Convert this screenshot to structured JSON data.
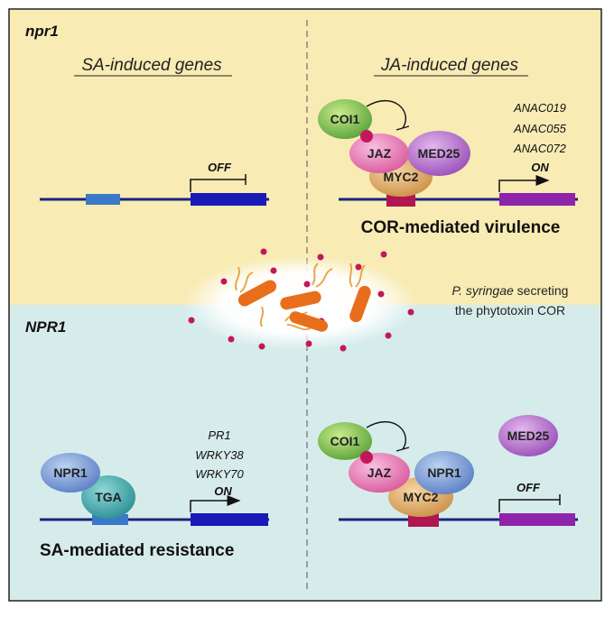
{
  "colors": {
    "top_panel_bg": "#f8ebb4",
    "bottom_panel_bg": "#d6eceb",
    "border": "#222222",
    "dna": "#1a237e",
    "sa_gene": "#1a1ab8",
    "ja_gene": "#8e24aa",
    "bacteria": "#e86e1c",
    "dots": "#c2185b"
  },
  "top_panel": {
    "genotype": "npr1",
    "sa_heading": "SA-induced genes",
    "ja_heading": "JA-induced genes",
    "sa_state": "OFF",
    "ja_state": "ON",
    "ja_genes": [
      "ANAC019",
      "ANAC055",
      "ANAC072"
    ],
    "ja_outcome": "COR-mediated virulence",
    "proteins": {
      "coi1": "COI1",
      "jaz": "JAZ",
      "med25": "MED25",
      "myc2": "MYC2"
    }
  },
  "middle": {
    "caption_italic": "P. syringae",
    "caption_rest": " secreting",
    "caption_line2": "the phytotoxin COR"
  },
  "bottom_panel": {
    "genotype": "NPR1",
    "sa_genes": [
      "PR1",
      "WRKY38",
      "WRKY70"
    ],
    "sa_state": "ON",
    "ja_state": "OFF",
    "sa_outcome": "SA-mediated resistance",
    "proteins": {
      "npr1": "NPR1",
      "tga": "TGA",
      "coi1": "COI1",
      "jaz": "JAZ",
      "npr1_ja": "NPR1",
      "myc2": "MYC2",
      "med25": "MED25"
    }
  }
}
